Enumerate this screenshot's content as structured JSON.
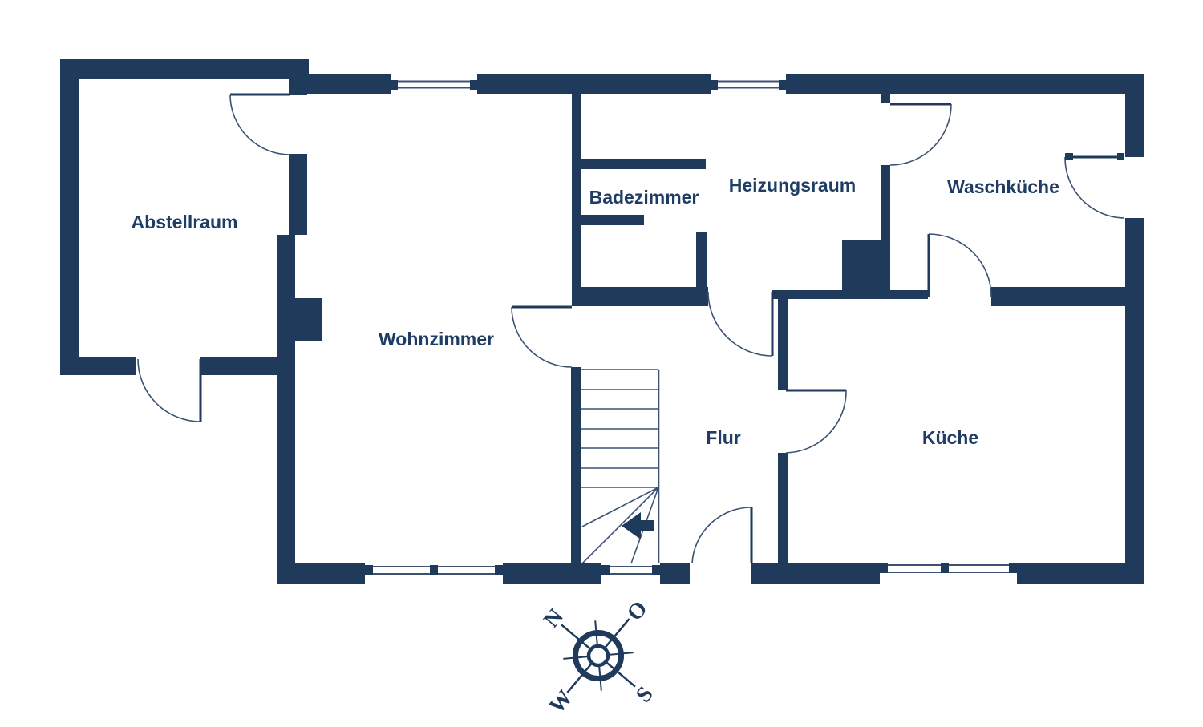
{
  "plan": {
    "colors": {
      "wall": "#1f3a5a",
      "line": "#3c5273",
      "label": "#1e3c64"
    },
    "rooms": [
      {
        "id": "abstellraum",
        "label": "Abstellraum"
      },
      {
        "id": "wohnzimmer",
        "label": "Wohnzimmer"
      },
      {
        "id": "badezimmer",
        "label": "Badezimmer"
      },
      {
        "id": "heizungsraum",
        "label": "Heizungsraum"
      },
      {
        "id": "waschkueche",
        "label": "Waschküche"
      },
      {
        "id": "flur",
        "label": "Flur"
      },
      {
        "id": "kueche",
        "label": "Küche"
      }
    ],
    "compass": {
      "letters": {
        "north": "N",
        "east": "O",
        "south": "S",
        "west": "W"
      },
      "rotation_deg": -50
    }
  }
}
